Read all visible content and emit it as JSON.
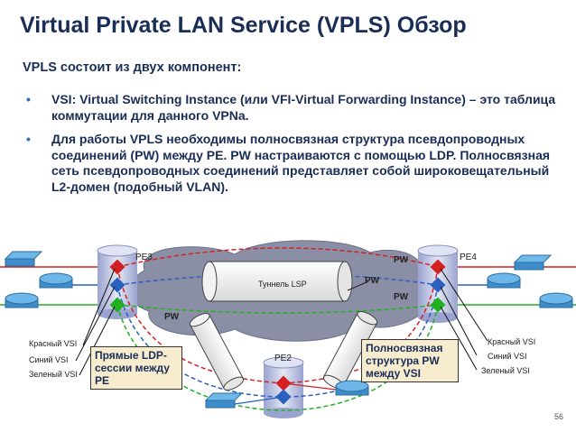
{
  "title": "Virtual Private LAN Service (VPLS) Обзор",
  "subtitle": "VPLS состоит из двух компонент:",
  "bullets": [
    "VSI: Virtual Switching Instance (или VFI-Virtual Forwarding Instance) – это таблица коммутации для данного VPNa.",
    "Для работы VPLS необходимы полносвязная структура псевдопроводных соединений (PW) между PE. PW настраиваются с помощью LDP. Полносвязная сеть псевдопроводных соединений представляет собой широковещательный L2-домен (подобный VLAN)."
  ],
  "diagram": {
    "tunnel_label": "Туннель LSP",
    "pe3_label": "PE3",
    "pe4_label": "PE4",
    "pe2_label": "PE2",
    "pw_labels": [
      "PW",
      "PW",
      "PW",
      "PW"
    ],
    "left_vsi": [
      "Красный VSI",
      "Синий VSI",
      "Зеленый VSI"
    ],
    "right_vsi": [
      "Красный VSI",
      "Синий VSI",
      "Зеленый VSI"
    ],
    "callout_left": "Прямые LDP-сессии между PE",
    "callout_right": "Полносвязная структура PW между VSI",
    "colors": {
      "red": "#d42020",
      "blue": "#2a60c0",
      "green": "#20b020",
      "cloud": "#8a8fa6",
      "cylinder": "#c9cfe6"
    }
  },
  "page_number": "56"
}
